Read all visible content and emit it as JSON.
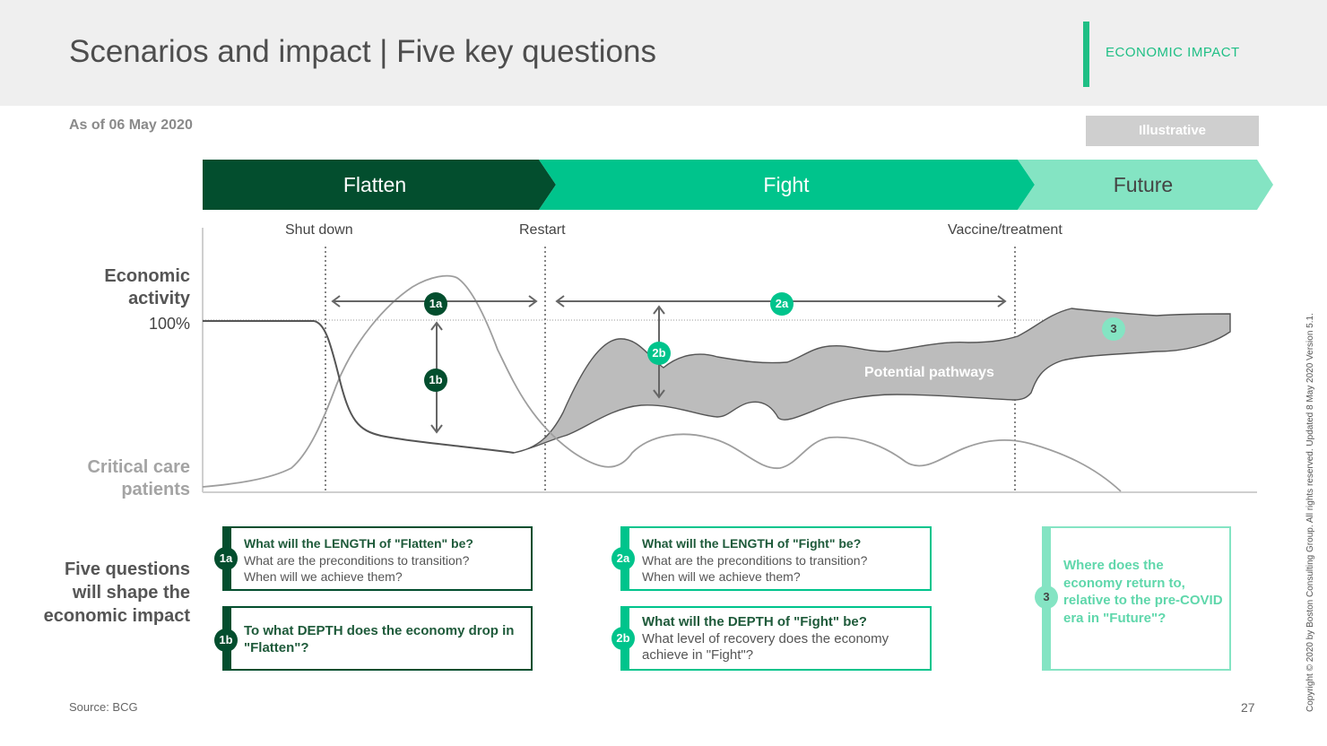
{
  "header": {
    "title": "Scenarios and impact | Five key questions",
    "tag": "ECONOMIC IMPACT"
  },
  "as_of": "As of 06 May 2020",
  "illustrative": "Illustrative",
  "phases": [
    {
      "label": "Flatten",
      "color": "#034e2e"
    },
    {
      "label": "Fight",
      "color": "#00c48c"
    },
    {
      "label": "Future",
      "color": "#84e4c3"
    }
  ],
  "milestones": [
    "Shut down",
    "Restart",
    "Vaccine/treatment"
  ],
  "axis_labels": {
    "economic_activity": "Economic activity",
    "hundred_percent": "100%",
    "critical_care": "Critical care patients"
  },
  "pathways_label": "Potential pathways",
  "markers": [
    "1a",
    "1b",
    "2a",
    "2b",
    "3"
  ],
  "side_question_label": "Five questions will shape the economic impact",
  "questions": [
    {
      "id": "1a",
      "headline": "What will the LENGTH of \"Flatten\" be?",
      "lines": [
        "What are the preconditions to transition?",
        "When will we achieve them?"
      ]
    },
    {
      "id": "1b",
      "headline": "To what DEPTH does the economy drop in \"Flatten\"?",
      "lines": []
    },
    {
      "id": "2a",
      "headline": "What will the LENGTH of \"Fight\" be?",
      "lines": [
        "What are the preconditions to transition?",
        "When will we achieve them?"
      ]
    },
    {
      "id": "2b",
      "headline": "What will the DEPTH of \"Fight\" be?",
      "lines": [
        "What level of recovery does the economy achieve in \"Fight\"?"
      ]
    },
    {
      "id": "3",
      "headline": "Where does the economy return to, relative to the pre-COVID era in \"Future\"?",
      "lines": []
    }
  ],
  "footer": {
    "source": "Source: BCG",
    "page": "27",
    "copyright": "Copyright © 2020 by Boston Consulting Group. All rights reserved.  Updated 8 May 2020 Version 5.1."
  },
  "colors": {
    "dark_green": "#034e2e",
    "green": "#00c48c",
    "light_green": "#84e4c3",
    "grey": "#bbbbbb"
  }
}
